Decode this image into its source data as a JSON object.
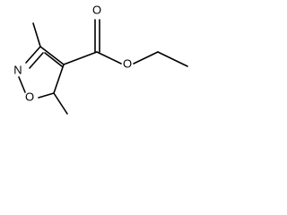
{
  "molecule": {
    "atoms": {
      "ring_nitrogen": "N",
      "ring_oxygen": "O",
      "carbonyl_oxygen": "O",
      "ester_oxygen": "O"
    },
    "colors": {
      "bond": "#000000",
      "label": "#000000",
      "background": "#ffffff"
    }
  }
}
